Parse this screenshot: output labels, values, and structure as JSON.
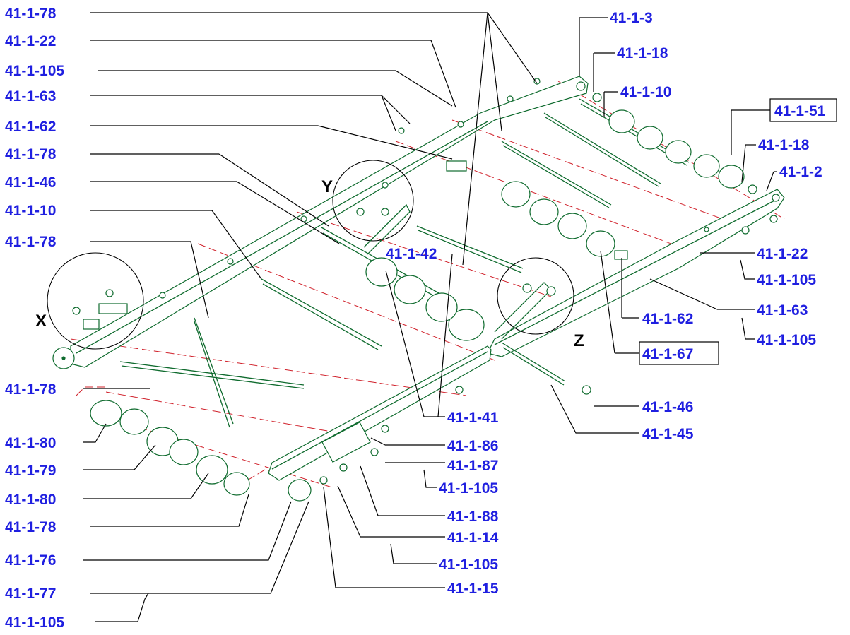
{
  "labels": {
    "l_78_a": "41-1-78",
    "l_22_a": "41-1-22",
    "l_105_a": "41-1-105",
    "l_63_a": "41-1-63",
    "l_62_a": "41-1-62",
    "l_78_b": "41-1-78",
    "l_46_a": "41-1-46",
    "l_10_a": "41-1-10",
    "l_78_c": "41-1-78",
    "l_3": "41-1-3",
    "l_18_a": "41-1-18",
    "l_10_b": "41-1-10",
    "l_51": "41-1-51",
    "l_18_b": "41-1-18",
    "l_2": "41-1-2",
    "l_22_b": "41-1-22",
    "l_105_b": "41-1-105",
    "l_63_b": "41-1-63",
    "l_105_c": "41-1-105",
    "l_62_b": "41-1-62",
    "l_67": "41-1-67",
    "l_42": "41-1-42",
    "l_46_b": "41-1-46",
    "l_45": "41-1-45",
    "l_41": "41-1-41",
    "l_86": "41-1-86",
    "l_87": "41-1-87",
    "l_105_d": "41-1-105",
    "l_88": "41-1-88",
    "l_14": "41-1-14",
    "l_105_e": "41-1-105",
    "l_15": "41-1-15",
    "l_78_d": "41-1-78",
    "l_80_a": "41-1-80",
    "l_79": "41-1-79",
    "l_80_b": "41-1-80",
    "l_78_e": "41-1-78",
    "l_76": "41-1-76",
    "l_77": "41-1-77",
    "l_105_f": "41-1-105"
  },
  "detail_markers": {
    "x": "X",
    "y": "Y",
    "z": "Z"
  },
  "colors": {
    "label": "#1f1fe0",
    "frame": "#0f6b2e",
    "centerline": "#d0202a",
    "leader": "#000000"
  }
}
